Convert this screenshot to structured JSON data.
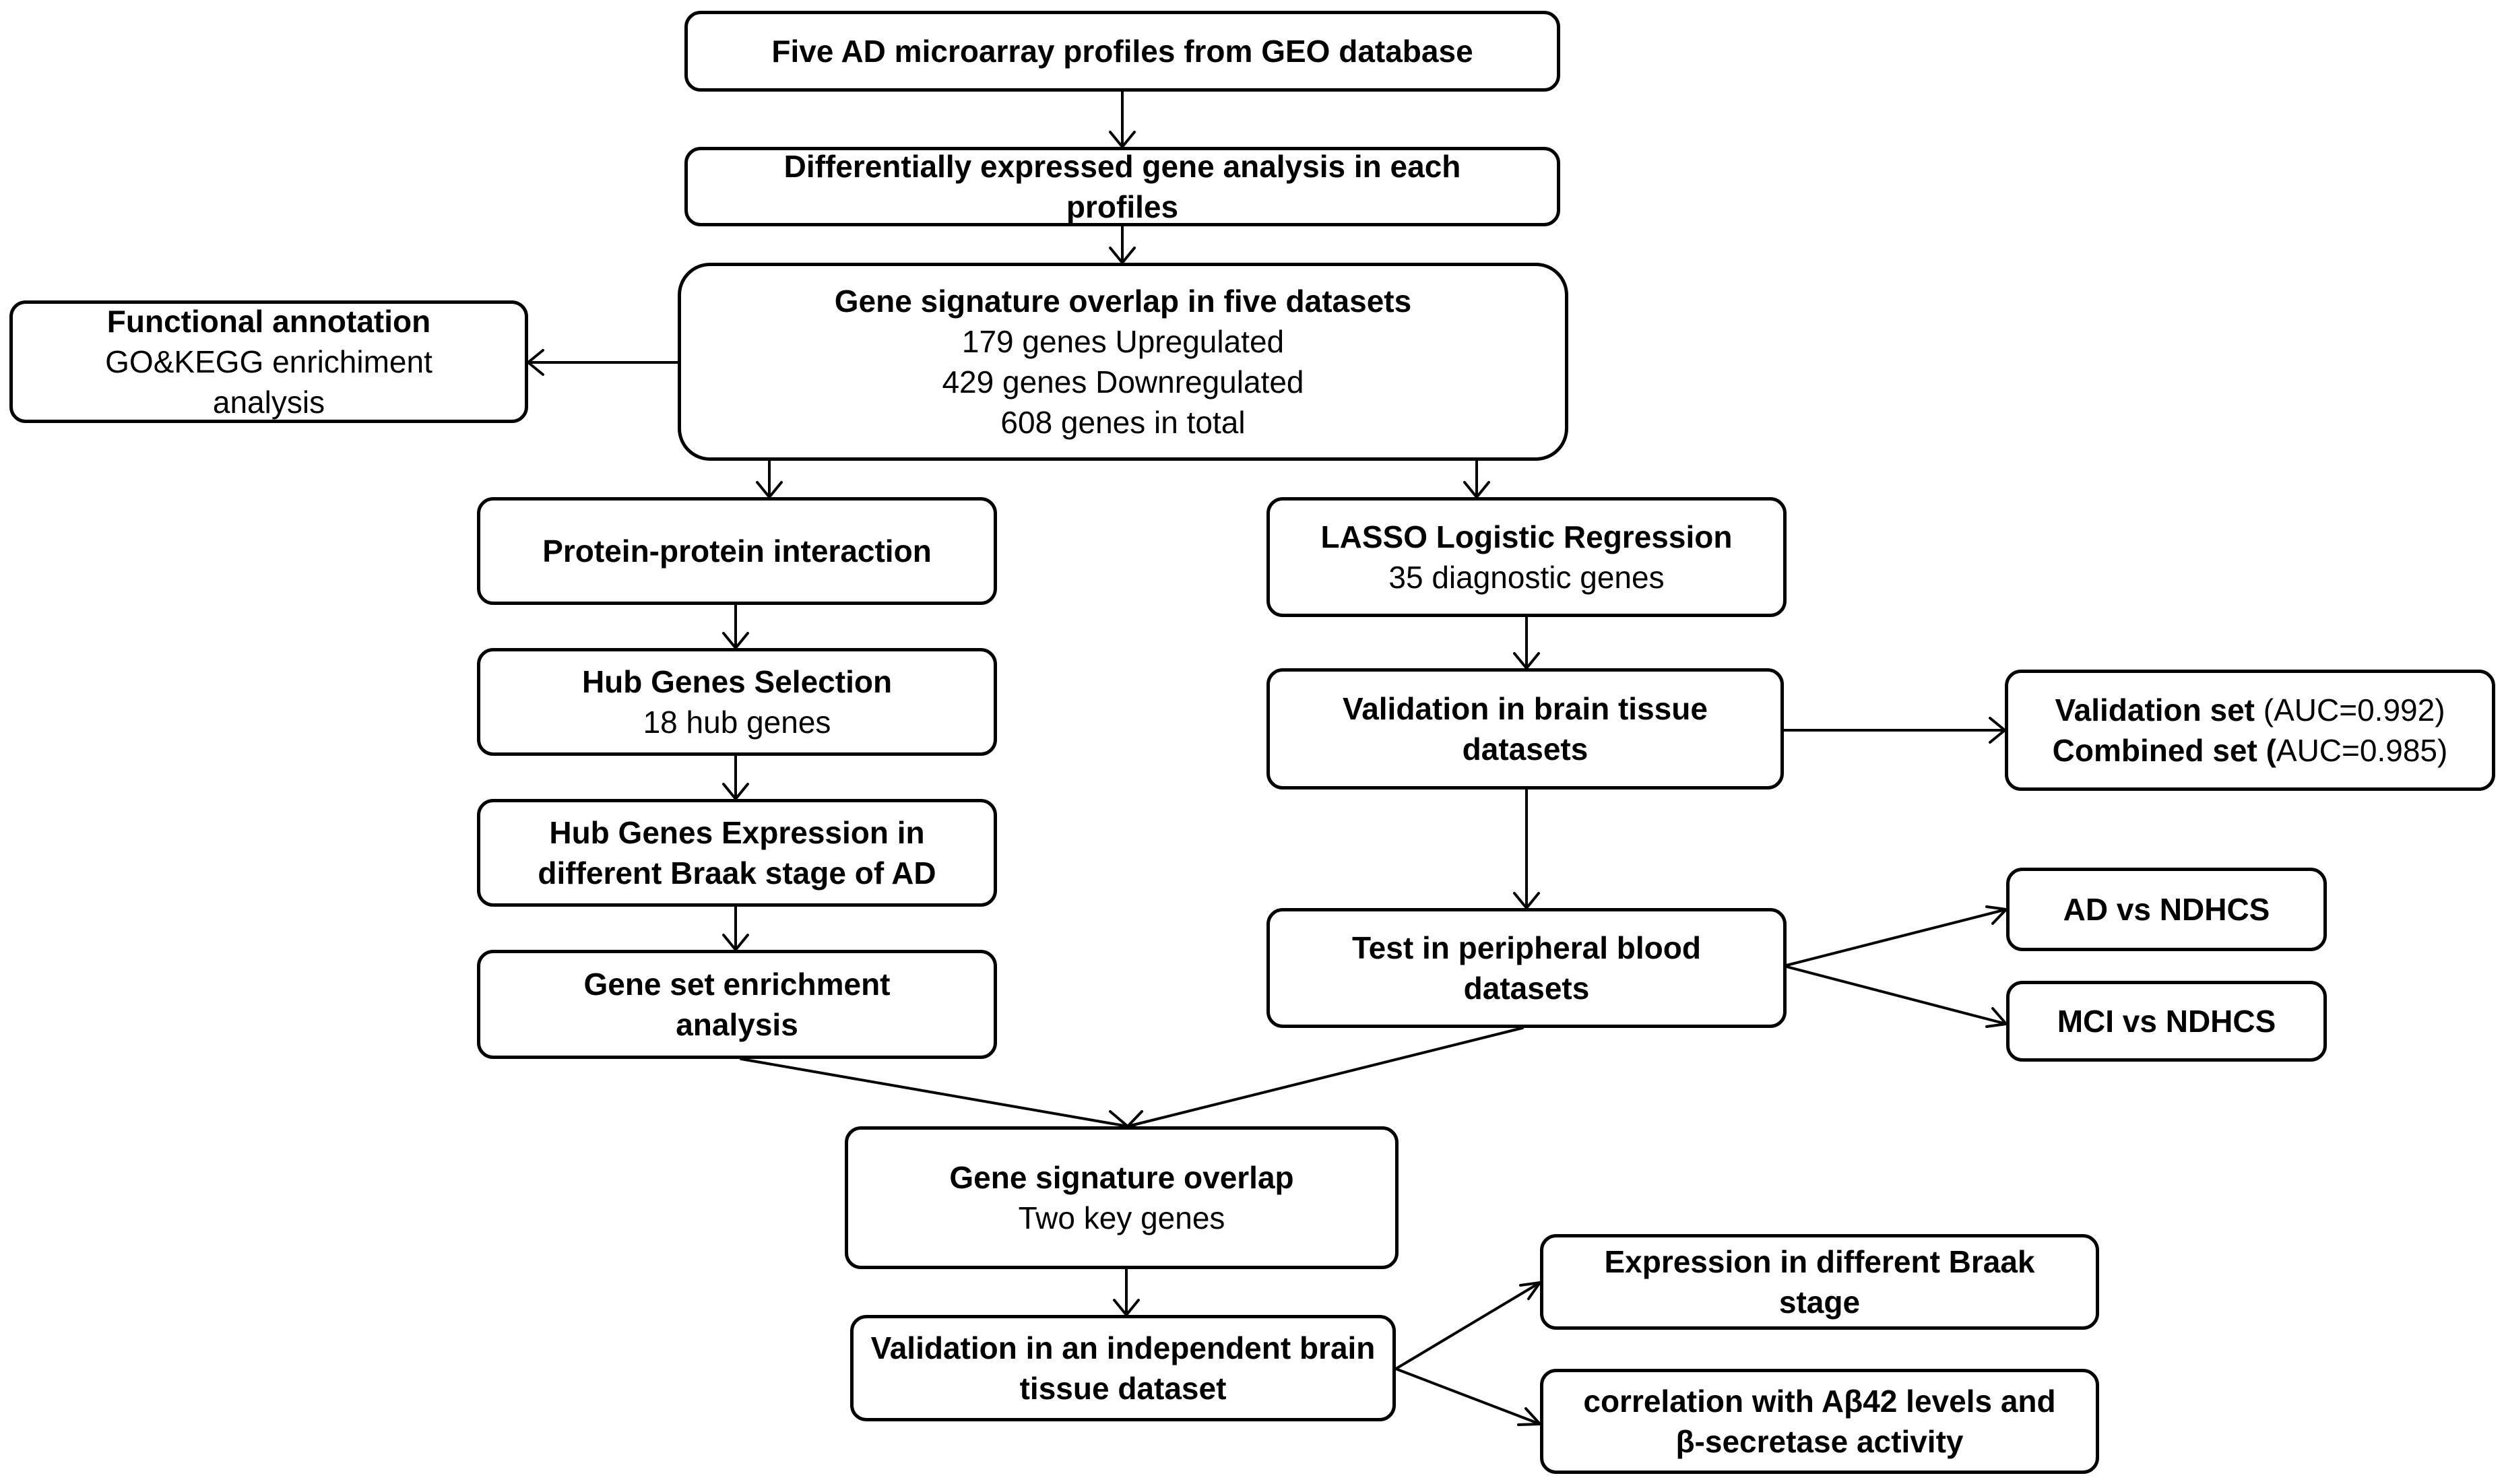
{
  "boxes": {
    "geo_profiles": {
      "title": "Five AD microarray profiles from GEO database"
    },
    "deg_analysis": {
      "title": "Differentially expressed gene analysis in each profiles"
    },
    "overlap_five": {
      "title": "Gene signature overlap in five datasets",
      "line1": "179 genes Upregulated",
      "line2": "429 genes Downregulated",
      "line3": "608 genes in total"
    },
    "functional": {
      "title": "Functional annotation",
      "line1": "GO&KEGG enrichiment analysis"
    },
    "ppi": {
      "title": "Protein-protein interaction"
    },
    "lasso": {
      "title": "LASSO Logistic Regression",
      "line1": "35 diagnostic genes"
    },
    "hub_selection": {
      "title": "Hub Genes Selection",
      "line1": "18 hub genes"
    },
    "validation_brain": {
      "title": "Validation in brain tissue datasets"
    },
    "auc": {
      "val_label": "Validation set",
      "val_value": "(AUC=0.992)",
      "comb_label": "Combined set (",
      "comb_value": "AUC=0.985)"
    },
    "hub_expression": {
      "title": "Hub Genes Expression in different Braak stage of AD"
    },
    "test_blood": {
      "title": "Test in peripheral blood datasets"
    },
    "ad_vs": {
      "title": "AD vs NDHCS"
    },
    "mci_vs": {
      "title": "MCI vs NDHCS"
    },
    "gsea": {
      "title": "Gene set enrichment analysis"
    },
    "overlap_key": {
      "title": "Gene signature overlap",
      "line1": "Two key genes"
    },
    "validation_indep": {
      "title": "Validation in an independent brain tissue dataset"
    },
    "braak_expr": {
      "title": "Expression in different Braak stage"
    },
    "correlation": {
      "title": "correlation with Aβ42 levels and β-secretase activity"
    }
  }
}
